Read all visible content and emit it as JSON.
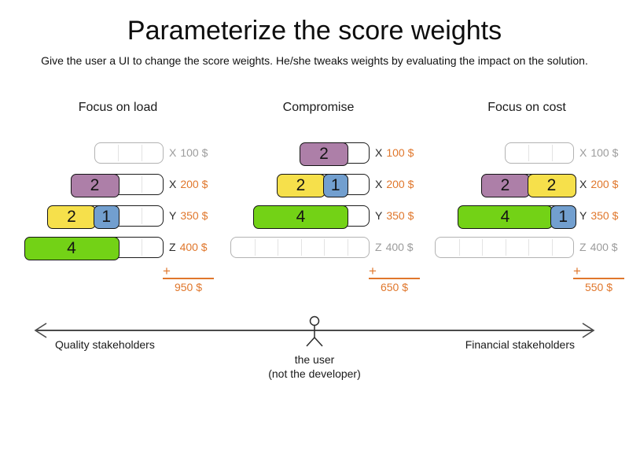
{
  "title": "Parameterize the score weights",
  "subtitle": "Give the user a UI to change the score weights. He/she tweaks weights by evaluating the impact on the solution.",
  "colors": {
    "purple": "#ad7fa8",
    "yellow": "#f6e04b",
    "blue": "#729fcf",
    "green": "#73d216",
    "orange": "#e0772c",
    "gray_text": "#9c9c9c",
    "active_border": "#1c1c1c",
    "inactive_border": "#b3b3b3",
    "arrow": "#4a4a4a"
  },
  "plus_sign": "+",
  "columns": [
    {
      "header": "Focus on load",
      "total": "950 $",
      "rows": [
        {
          "capacity": 3,
          "blocks": [],
          "letter": "X",
          "price": "100 $"
        },
        {
          "capacity": 4,
          "blocks": [
            {
              "color": "purple",
              "size": 2,
              "value": "2"
            }
          ],
          "letter": "X",
          "price": "200 $"
        },
        {
          "capacity": 5,
          "blocks": [
            {
              "color": "yellow",
              "size": 2,
              "value": "2"
            },
            {
              "color": "blue",
              "size": 1,
              "value": "1"
            }
          ],
          "letter": "Y",
          "price": "350 $"
        },
        {
          "capacity": 6,
          "blocks": [
            {
              "color": "green",
              "size": 4,
              "value": "4"
            }
          ],
          "letter": "Z",
          "price": "400 $"
        }
      ]
    },
    {
      "header": "Compromise",
      "total": "650 $",
      "rows": [
        {
          "capacity": 3,
          "blocks": [
            {
              "color": "purple",
              "size": 2,
              "value": "2"
            }
          ],
          "letter": "X",
          "price": "100 $"
        },
        {
          "capacity": 4,
          "blocks": [
            {
              "color": "yellow",
              "size": 2,
              "value": "2"
            },
            {
              "color": "blue",
              "size": 1,
              "value": "1"
            }
          ],
          "letter": "X",
          "price": "200 $"
        },
        {
          "capacity": 5,
          "blocks": [
            {
              "color": "green",
              "size": 4,
              "value": "4"
            }
          ],
          "letter": "Y",
          "price": "350 $"
        },
        {
          "capacity": 6,
          "blocks": [],
          "letter": "Z",
          "price": "400 $"
        }
      ]
    },
    {
      "header": "Focus on cost",
      "total": "550 $",
      "rows": [
        {
          "capacity": 3,
          "blocks": [],
          "letter": "X",
          "price": "100 $"
        },
        {
          "capacity": 4,
          "blocks": [
            {
              "color": "purple",
              "size": 2,
              "value": "2"
            },
            {
              "color": "yellow",
              "size": 2,
              "value": "2"
            }
          ],
          "letter": "X",
          "price": "200 $"
        },
        {
          "capacity": 5,
          "blocks": [
            {
              "color": "green",
              "size": 4,
              "value": "4"
            },
            {
              "color": "blue",
              "size": 1,
              "value": "1"
            }
          ],
          "letter": "Y",
          "price": "350 $"
        },
        {
          "capacity": 6,
          "blocks": [],
          "letter": "Z",
          "price": "400 $"
        }
      ]
    }
  ],
  "axis": {
    "left_label": "Quality stakeholders",
    "right_label": "Financial stakeholders",
    "user_line1": "the user",
    "user_line2": "(not the developer)"
  }
}
